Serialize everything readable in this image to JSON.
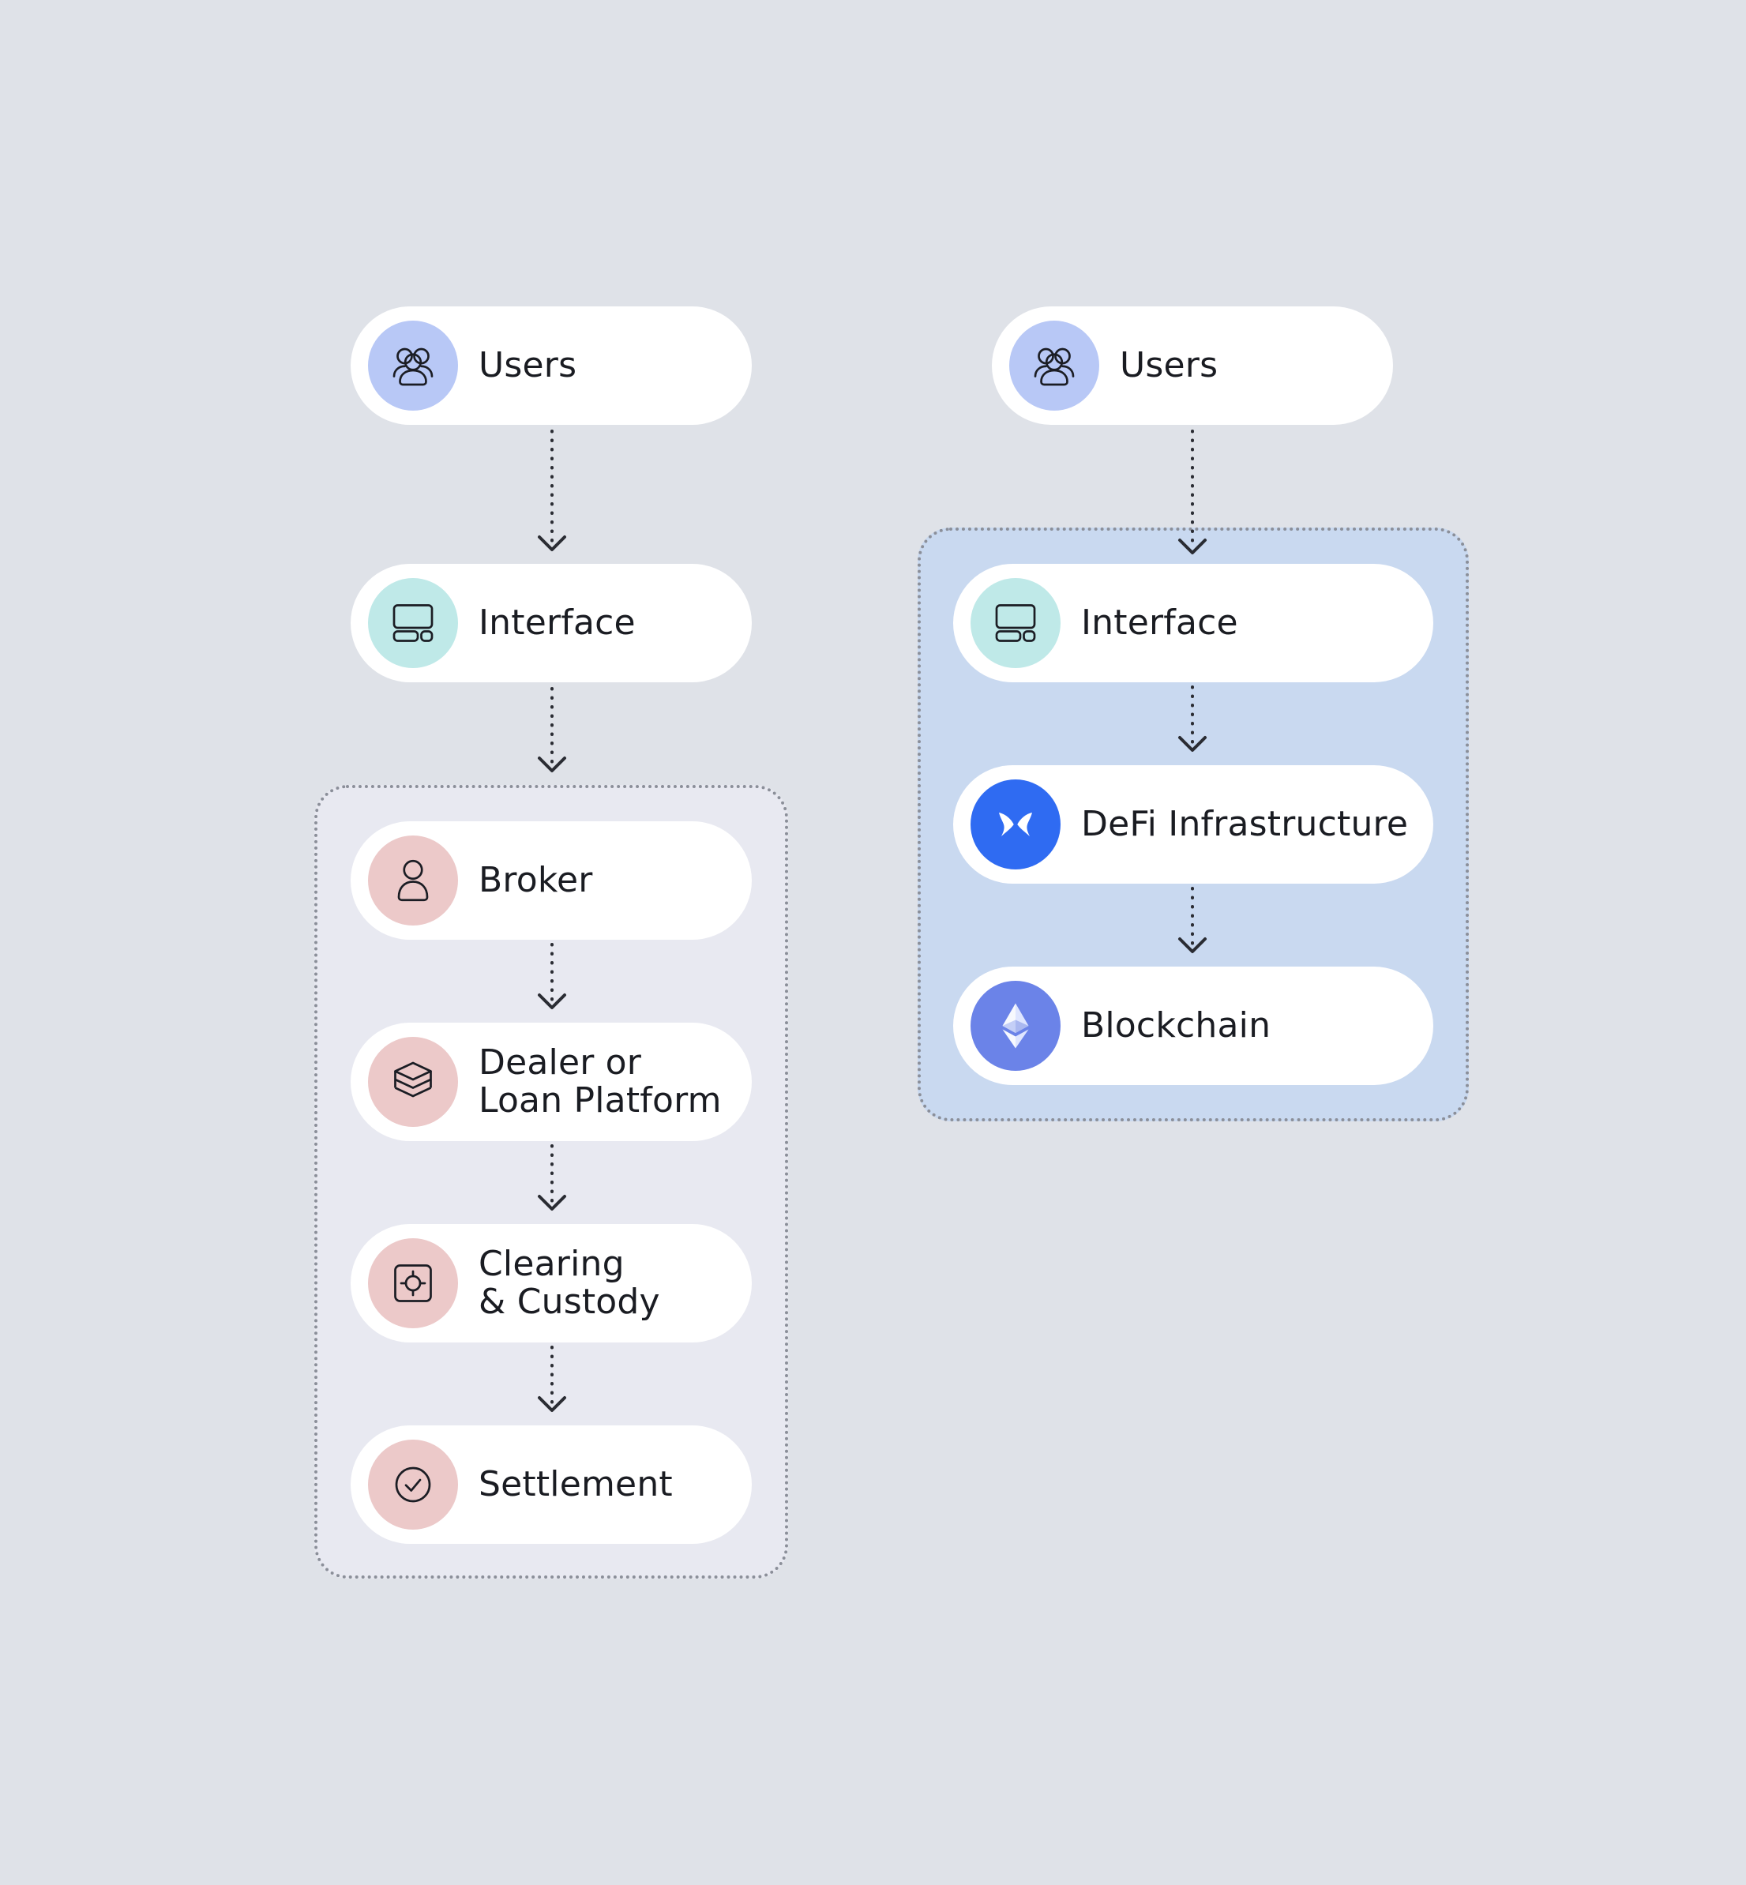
{
  "left_column": {
    "users": {
      "label": "Users",
      "icon": "users-icon"
    },
    "interface": {
      "label": "Interface",
      "icon": "interface-icon"
    },
    "broker": {
      "label": "Broker",
      "icon": "person-icon"
    },
    "dealer": {
      "label_line1": "Dealer or",
      "label_line2": "Loan Platform",
      "icon": "layers-icon"
    },
    "clearing": {
      "label_line1": "Clearing",
      "label_line2": "& Custody",
      "icon": "vault-icon"
    },
    "settlement": {
      "label": "Settlement",
      "icon": "check-circle-icon"
    }
  },
  "right_column": {
    "users": {
      "label": "Users",
      "icon": "users-icon"
    },
    "interface": {
      "label": "Interface",
      "icon": "interface-icon"
    },
    "defi": {
      "label": "DeFi Infrastructure",
      "icon": "butterfly-icon"
    },
    "blockchain": {
      "label": "Blockchain",
      "icon": "ethereum-icon"
    }
  },
  "colors": {
    "background": "#dfe2e8",
    "left_group_fill": "#e8e9f1",
    "right_group_fill": "#c9d9f0",
    "users_badge": "#b8c8f6",
    "interface_badge": "#bfe9e8",
    "traditional_badge": "#ecc9c9",
    "defi_badge": "#2f6bf2",
    "ethereum_badge": "#6b83e8"
  }
}
